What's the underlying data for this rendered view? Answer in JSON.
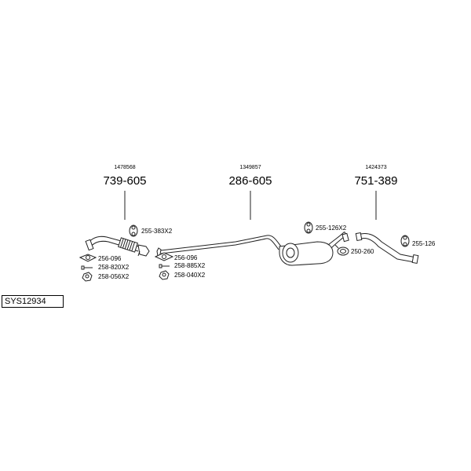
{
  "system_code": "SYS12934",
  "assemblies": [
    {
      "ref": "1478568",
      "part": "739-605"
    },
    {
      "ref": "1349857",
      "part": "286-605"
    },
    {
      "ref": "1424373",
      "part": "751-389"
    }
  ],
  "components": [
    "255-383X2",
    "256-096",
    "258-820X2",
    "258-056X2",
    "256-096",
    "258-885X2",
    "258-040X2",
    "255-126X2",
    "250-260",
    "255-126"
  ]
}
